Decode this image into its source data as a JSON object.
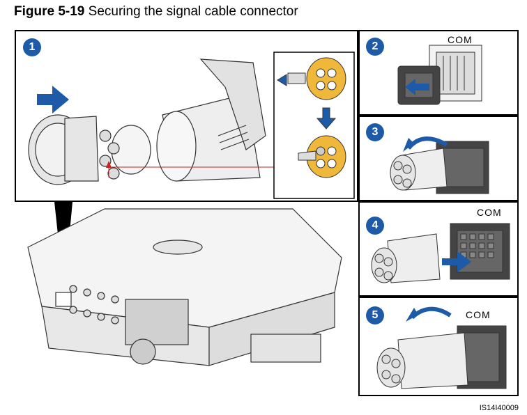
{
  "figure": {
    "number": "Figure 5-19",
    "caption": "Securing the signal cable connector"
  },
  "steps": [
    {
      "number": "1"
    },
    {
      "number": "2",
      "label": "COM"
    },
    {
      "number": "3"
    },
    {
      "number": "4",
      "label": "COM"
    },
    {
      "number": "5",
      "label": "COM"
    }
  ],
  "image_code": "IS14I40009",
  "colors": {
    "step_badge": "#1d5aa8",
    "arrow_blue": "#1d5aa8",
    "seal_yellow": "#f0b83a",
    "guide_red": "#d02020"
  }
}
